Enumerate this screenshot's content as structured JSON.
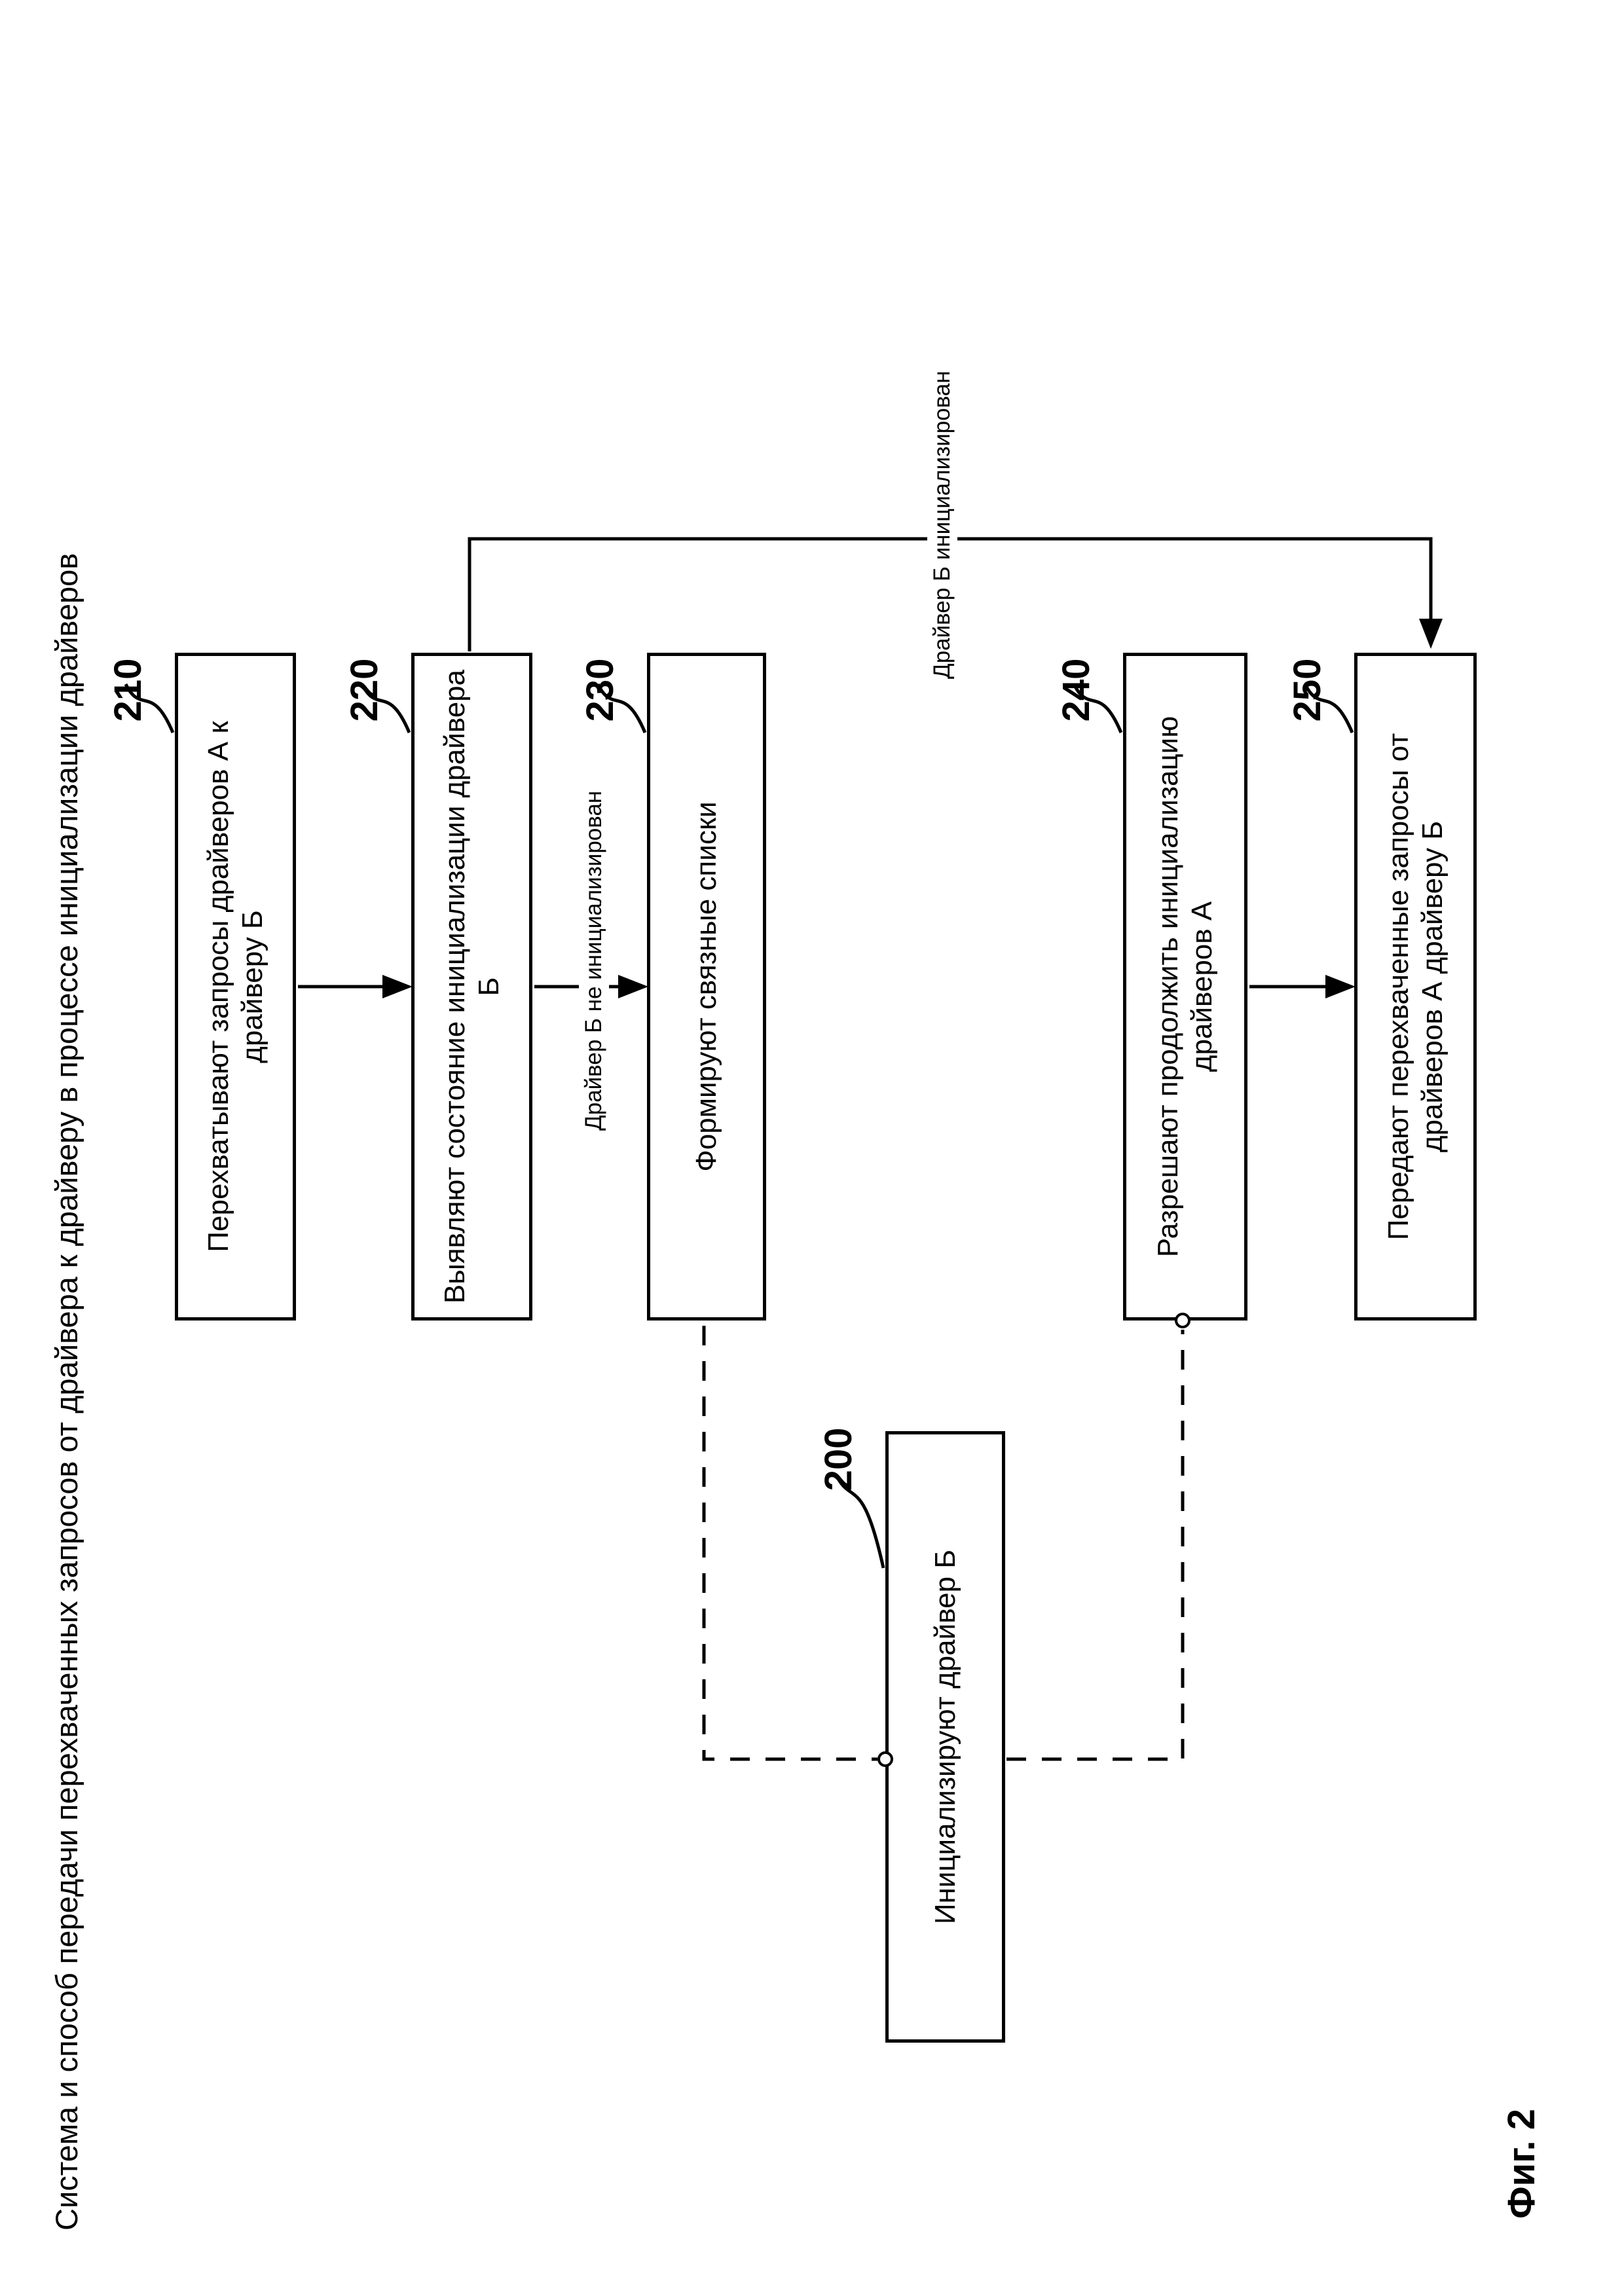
{
  "title": "Система и способ передачи перехваченных запросов от драйвера к драйверу в процессе инициализации драйверов",
  "figure_label": "Фиг. 2",
  "boxes": [
    {
      "ref": "210",
      "label": "Перехватывают запросы драйверов А к драйверу Б"
    },
    {
      "ref": "220",
      "label": "Выявляют состояние инициализации драйвера Б"
    },
    {
      "ref": "230",
      "label": "Формируют связные списки"
    },
    {
      "ref": "240",
      "label": "Разрешают продолжить инициализацию драйверов А"
    },
    {
      "ref": "250",
      "label": "Передают перехваченные запросы от драйверов А драйверу Б"
    },
    {
      "ref": "200",
      "label": "Инициализируют драйвер Б"
    }
  ],
  "edge_labels": {
    "not_initialized": "Драйвер Б не инициализирован",
    "initialized": "Драйвер Б инициализирован"
  },
  "colors": {
    "ink": "#000000",
    "paper": "#ffffff"
  }
}
